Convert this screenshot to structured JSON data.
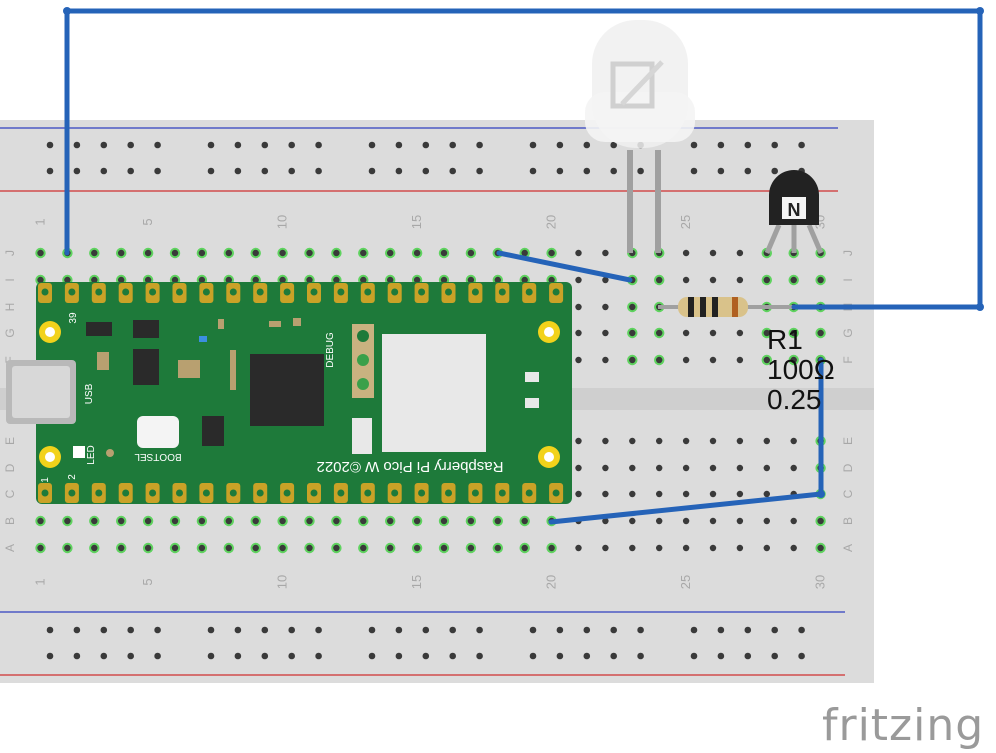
{
  "breadboard": {
    "column_numbers": [
      "1",
      "5",
      "10",
      "15",
      "20",
      "25",
      "30"
    ],
    "row_letters_top": [
      "J",
      "I",
      "H",
      "G",
      "F"
    ],
    "row_letters_bottom": [
      "E",
      "D",
      "C",
      "B",
      "A"
    ]
  },
  "pico": {
    "title": "Raspberry Pi Pico W ©2022",
    "pin_top_left": "39",
    "pin_bottom_left": "2",
    "pin_bottom_left2": "1",
    "usb_label": "USB",
    "led_label": "LED",
    "bootsel_label": "BOOTSEL",
    "debug_label": "DEBUG"
  },
  "resistor": {
    "name": "R1",
    "value": "100Ω",
    "power": "0.25"
  },
  "transistor": {
    "label": "N"
  },
  "brand": "fritzing",
  "colors": {
    "wire": "#2563b8",
    "board": "#dcdcdc",
    "pico_green": "#1e7a3a",
    "pin_gold": "#c9a227",
    "rail_red": "#d03030",
    "rail_blue": "#3040c0",
    "hole_green": "#5fd35f"
  }
}
